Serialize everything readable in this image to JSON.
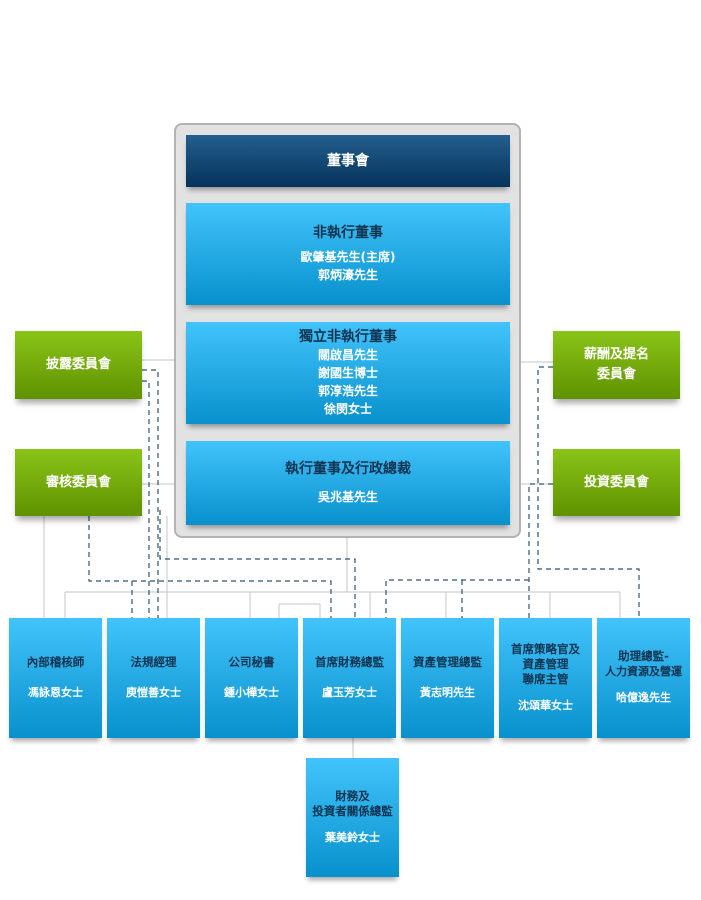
{
  "board": {
    "title": "董事會",
    "non_executive": {
      "title": "非執行董事",
      "members": [
        "歐肇基先生(主席)",
        "郭炳濠先生"
      ]
    },
    "independent_non_executive": {
      "title": "獨立非執行董事",
      "members": [
        "關啟昌先生",
        "謝國生博士",
        "郭淳浩先生",
        "徐閔女士"
      ]
    },
    "executive": {
      "title": "執行董事及行政總裁",
      "members": [
        "吳兆基先生"
      ]
    }
  },
  "committees": {
    "left": [
      {
        "lines": [
          "披露委員會"
        ]
      },
      {
        "lines": [
          "審核委員會"
        ]
      }
    ],
    "right": [
      {
        "lines": [
          "薪酬及提名",
          "委員會"
        ]
      },
      {
        "lines": [
          "投資委員會"
        ]
      }
    ]
  },
  "officers": [
    {
      "title_lines": [
        "內部稽核師"
      ],
      "name": "馮詠恩女士"
    },
    {
      "title_lines": [
        "法規經理"
      ],
      "name": "庾愷善女士"
    },
    {
      "title_lines": [
        "公司秘書"
      ],
      "name": "鍾小樺女士"
    },
    {
      "title_lines": [
        "首席財務總監"
      ],
      "name": "盧玉芳女士"
    },
    {
      "title_lines": [
        "資產管理總監"
      ],
      "name": "黃志明先生"
    },
    {
      "title_lines": [
        "首席策略官及",
        "資產管理",
        "聯席主管"
      ],
      "name": "沈頌華女士"
    },
    {
      "title_lines": [
        "助理總監-",
        "人力資源及營運"
      ],
      "name": "哈億逸先生"
    }
  ],
  "sub_officer": {
    "title_lines": [
      "財務及",
      "投資者關係總監"
    ],
    "name": "葉美鈴女士"
  },
  "colors": {
    "board_dark": "#05325a",
    "blue_box": "#20aee8",
    "green_box": "#78ad0c",
    "solid_connector": "#c4c4c4",
    "dashed_connector": "#2e5573"
  }
}
